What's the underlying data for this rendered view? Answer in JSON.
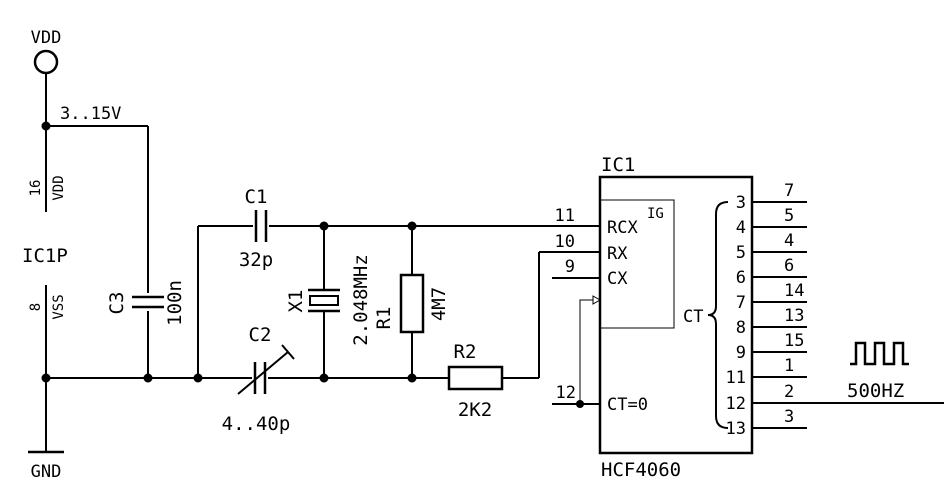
{
  "power": {
    "vdd_label": "VDD",
    "voltage_range": "3..15V",
    "gnd_label": "GND"
  },
  "power_pins": {
    "vdd_pin_number": "16",
    "vdd_pin_name": "VDD",
    "part_label": "IC1P",
    "vss_pin_number": "8",
    "vss_pin_name": "VSS"
  },
  "components": {
    "c1": {
      "ref": "C1",
      "value": "32p"
    },
    "c2": {
      "ref": "C2",
      "value": "4..40p"
    },
    "c3": {
      "ref": "C3",
      "value": "100n"
    },
    "x1": {
      "ref": "X1",
      "value": "2.048MHz"
    },
    "r1": {
      "ref": "R1",
      "value": "4M7"
    },
    "r2": {
      "ref": "R2",
      "value": "2K2"
    }
  },
  "ic": {
    "ref": "IC1",
    "part": "HCF4060",
    "block_label": "IG",
    "inputs": [
      {
        "pin": "11",
        "name": "RCX"
      },
      {
        "pin": "10",
        "name": "RX"
      },
      {
        "pin": "9",
        "name": "CX"
      },
      {
        "pin": "12",
        "name": "CT=0"
      }
    ],
    "counter_label": "CT",
    "outputs": [
      {
        "stage": "3",
        "pin": "7"
      },
      {
        "stage": "4",
        "pin": "5"
      },
      {
        "stage": "5",
        "pin": "4"
      },
      {
        "stage": "6",
        "pin": "6"
      },
      {
        "stage": "7",
        "pin": "14"
      },
      {
        "stage": "8",
        "pin": "13"
      },
      {
        "stage": "9",
        "pin": "15"
      },
      {
        "stage": "11",
        "pin": "1"
      },
      {
        "stage": "12",
        "pin": "2"
      },
      {
        "stage": "13",
        "pin": "3"
      }
    ]
  },
  "output": {
    "frequency": "500HZ"
  }
}
